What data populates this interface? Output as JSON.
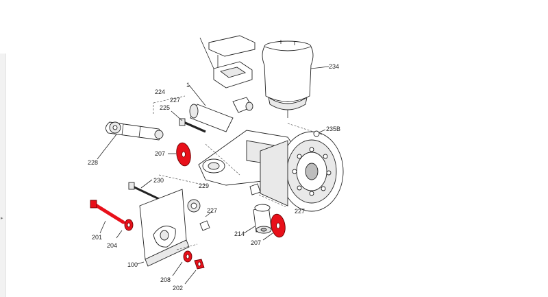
{
  "labels": {
    "p1": "1",
    "p100": "100",
    "p201": "201",
    "p202": "202",
    "p204": "204",
    "p207a": "207",
    "p207b": "207",
    "p208": "208",
    "p214": "214",
    "p224": "224",
    "p225": "225",
    "p227a": "227",
    "p227b": "227",
    "p227c": "227",
    "p228": "228",
    "p229": "229",
    "p230": "230",
    "p234": "234",
    "p235b": "235B"
  },
  "colors": {
    "highlight": "#e8101a",
    "line": "#222222",
    "background": "#ffffff"
  },
  "icons": {
    "sidebar_toggle": "chevron-right-icon"
  }
}
